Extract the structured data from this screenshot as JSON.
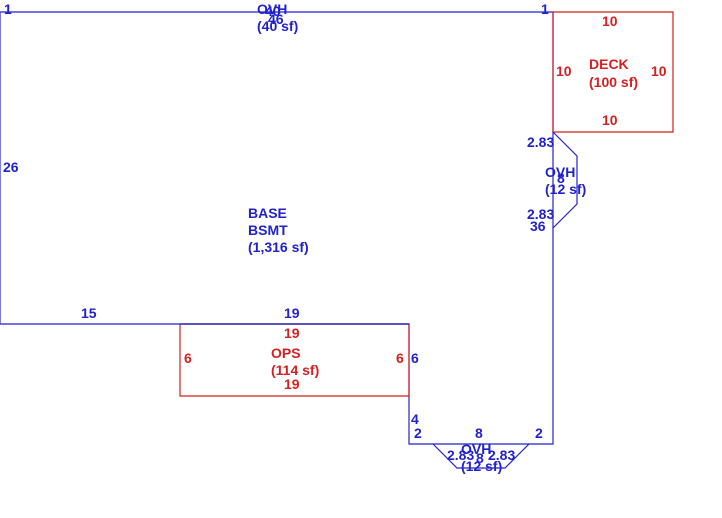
{
  "colors": {
    "blue": "#2222cc",
    "red": "#d42020"
  },
  "areas": {
    "base": {
      "line1": "BASE",
      "line2": "BSMT",
      "line3": "(1,316 sf)"
    },
    "deck": {
      "line1": "DECK",
      "line2": "(100 sf)"
    },
    "ops": {
      "line1": "OPS",
      "line2": "(114 sf)"
    },
    "ovh_top": {
      "line1": "OVH",
      "line2": "(40 sf)"
    },
    "ovh_right": {
      "line1": "OVH",
      "line2": "(12 sf)"
    },
    "ovh_bottom": {
      "line1": "OVH",
      "line2": "(12 sf)"
    }
  },
  "dimensions": {
    "top_left": "1",
    "top_right": "1",
    "top_a": "40",
    "top_b": "46",
    "left": "26",
    "bottom_left": "15",
    "bottom_mid": "19",
    "ops_right_ext": "6",
    "step_down": "4",
    "notch_left": "2",
    "notch_top": "8",
    "notch_right": "2",
    "right_lower": "36",
    "deck_top": "10",
    "deck_left": "10",
    "deck_right": "10",
    "deck_bottom": "10",
    "ops_top": "19",
    "ops_left": "6",
    "ops_right": "6",
    "ops_bottom": "19",
    "ovh_r_upper": "2.83",
    "ovh_r_lower": "2.83",
    "ovh_r_side": "8",
    "ovh_b_left": "2.83",
    "ovh_b_right": "2.83",
    "ovh_b_mid": "8"
  }
}
